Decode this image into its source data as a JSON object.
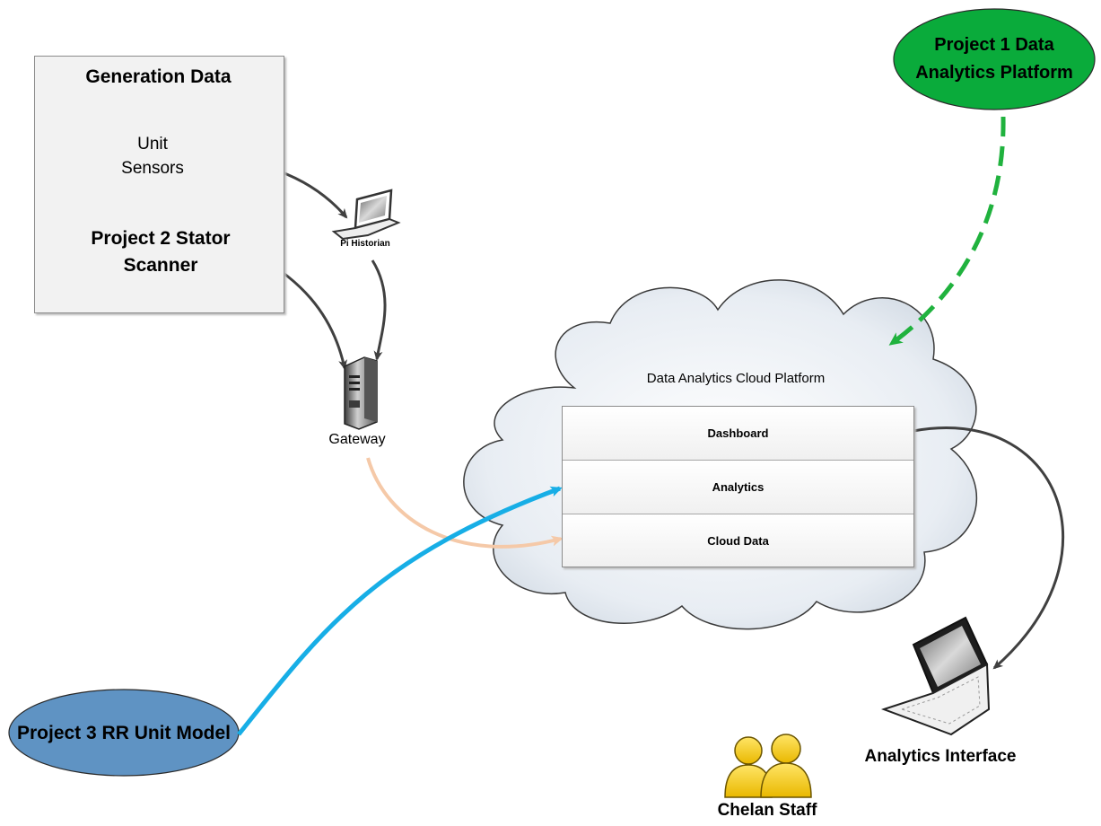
{
  "generation_data": {
    "title": "Generation Data",
    "unit_sensors": "Unit Sensors",
    "project2": "Project 2 Stator Scanner"
  },
  "pi_historian": {
    "label": "Pi Historian",
    "icon": "laptop-icon"
  },
  "gateway": {
    "label": "Gateway",
    "icon": "server-icon"
  },
  "project1": {
    "label": "Project 1 Data Analytics Platform",
    "color": "#0aab3b"
  },
  "project3": {
    "label": "Project 3 RR Unit Model",
    "color": "#5f93c3"
  },
  "cloud": {
    "title": "Data Analytics Cloud Platform",
    "layers": [
      "Dashboard",
      "Analytics",
      "Cloud Data"
    ]
  },
  "analytics_interface": {
    "label": "Analytics Interface",
    "icon": "laptop-icon"
  },
  "chelan_staff": {
    "label": "Chelan Staff",
    "icon": "users-icon"
  },
  "colors": {
    "project2_fill": "#f5b98c",
    "gateway_arrow": "#f5c9a8",
    "project3_arrow": "#17aee6",
    "project1_arrow": "#20b23e",
    "connector": "#404040"
  }
}
